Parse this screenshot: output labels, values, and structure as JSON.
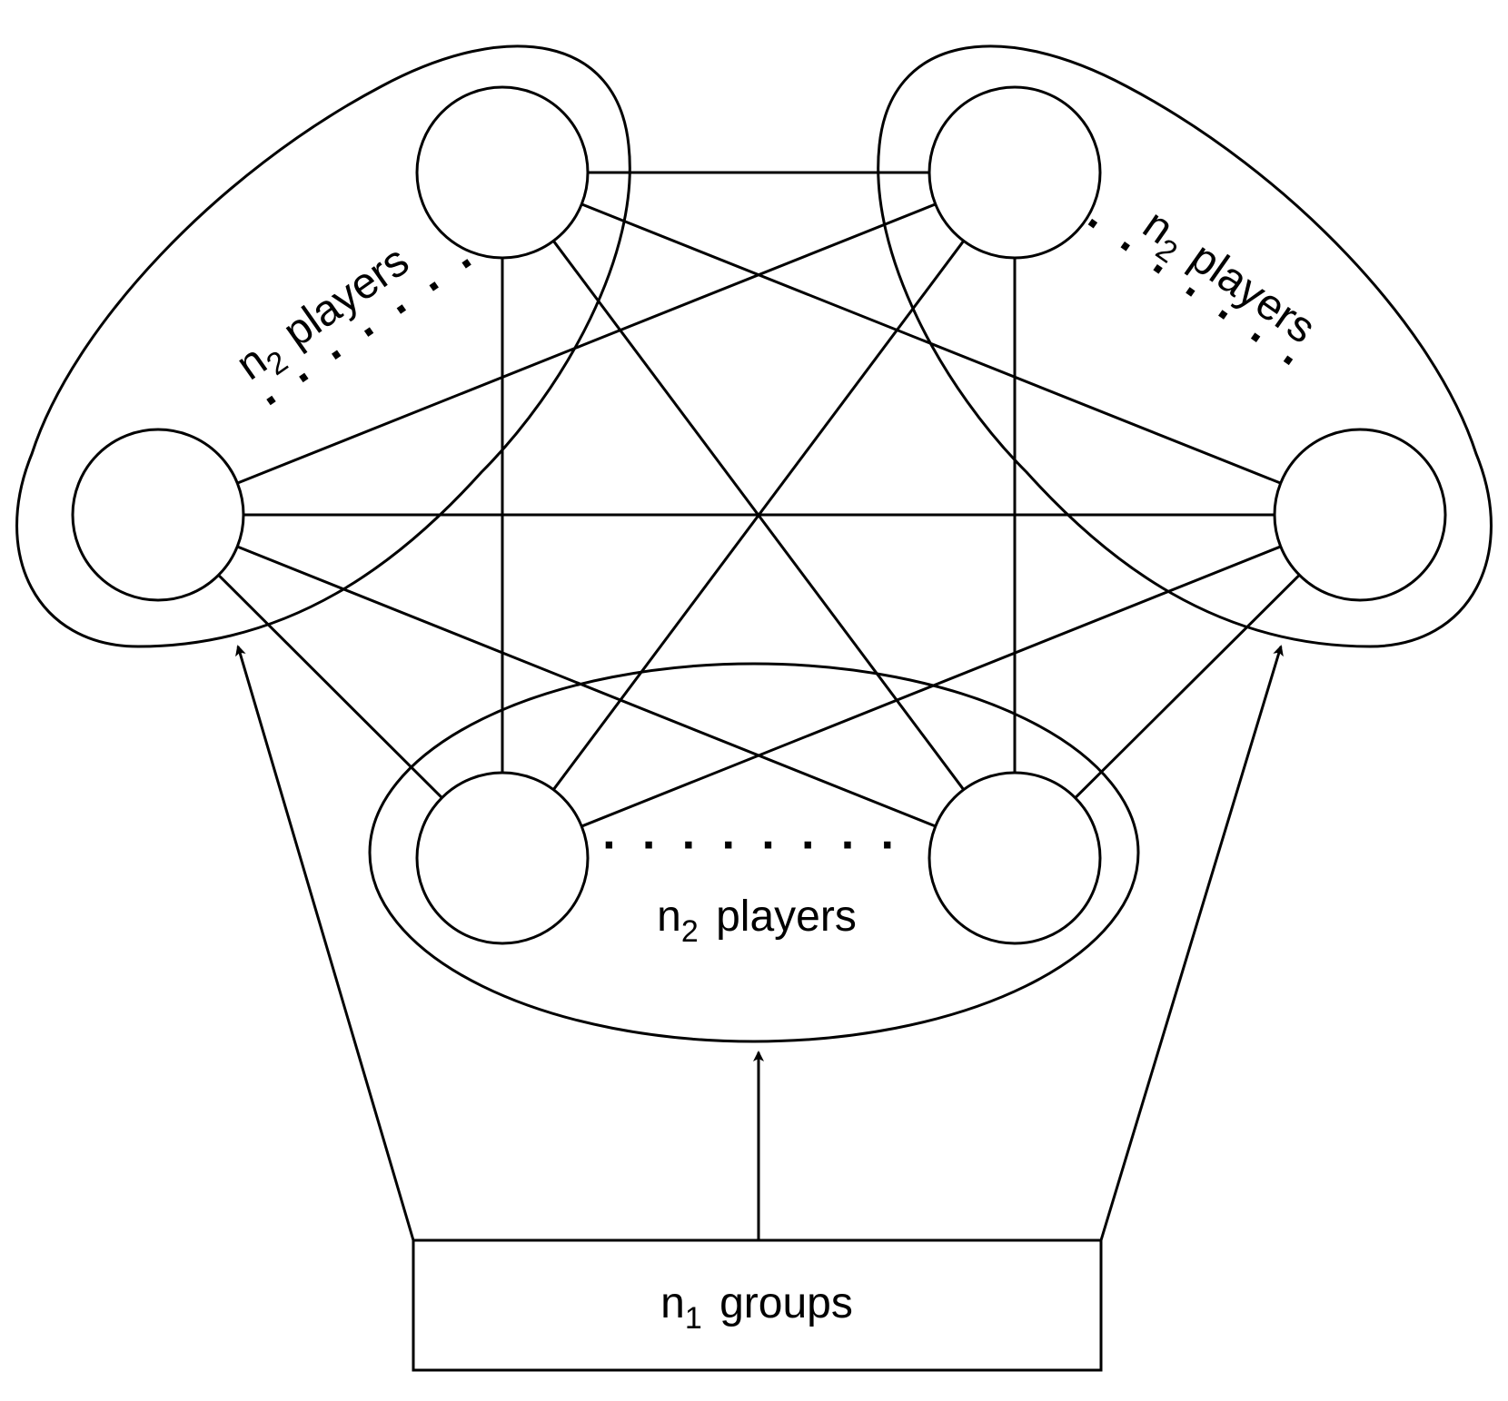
{
  "colors": {
    "ink": "#000000",
    "background": "#ffffff"
  },
  "groups": [
    {
      "label": {
        "base": "n",
        "sub": "2",
        "rest": " players"
      },
      "dots": "· · · · · · ·"
    },
    {
      "label": {
        "base": "n",
        "sub": "2",
        "rest": " players"
      },
      "dots": "· · · · · · ·"
    },
    {
      "label": {
        "base": "n",
        "sub": "2",
        "rest": " players"
      },
      "dots": "· · · · · · · ·"
    }
  ],
  "source_box": {
    "label": {
      "base": "n",
      "sub": "1",
      "rest": " groups"
    }
  }
}
